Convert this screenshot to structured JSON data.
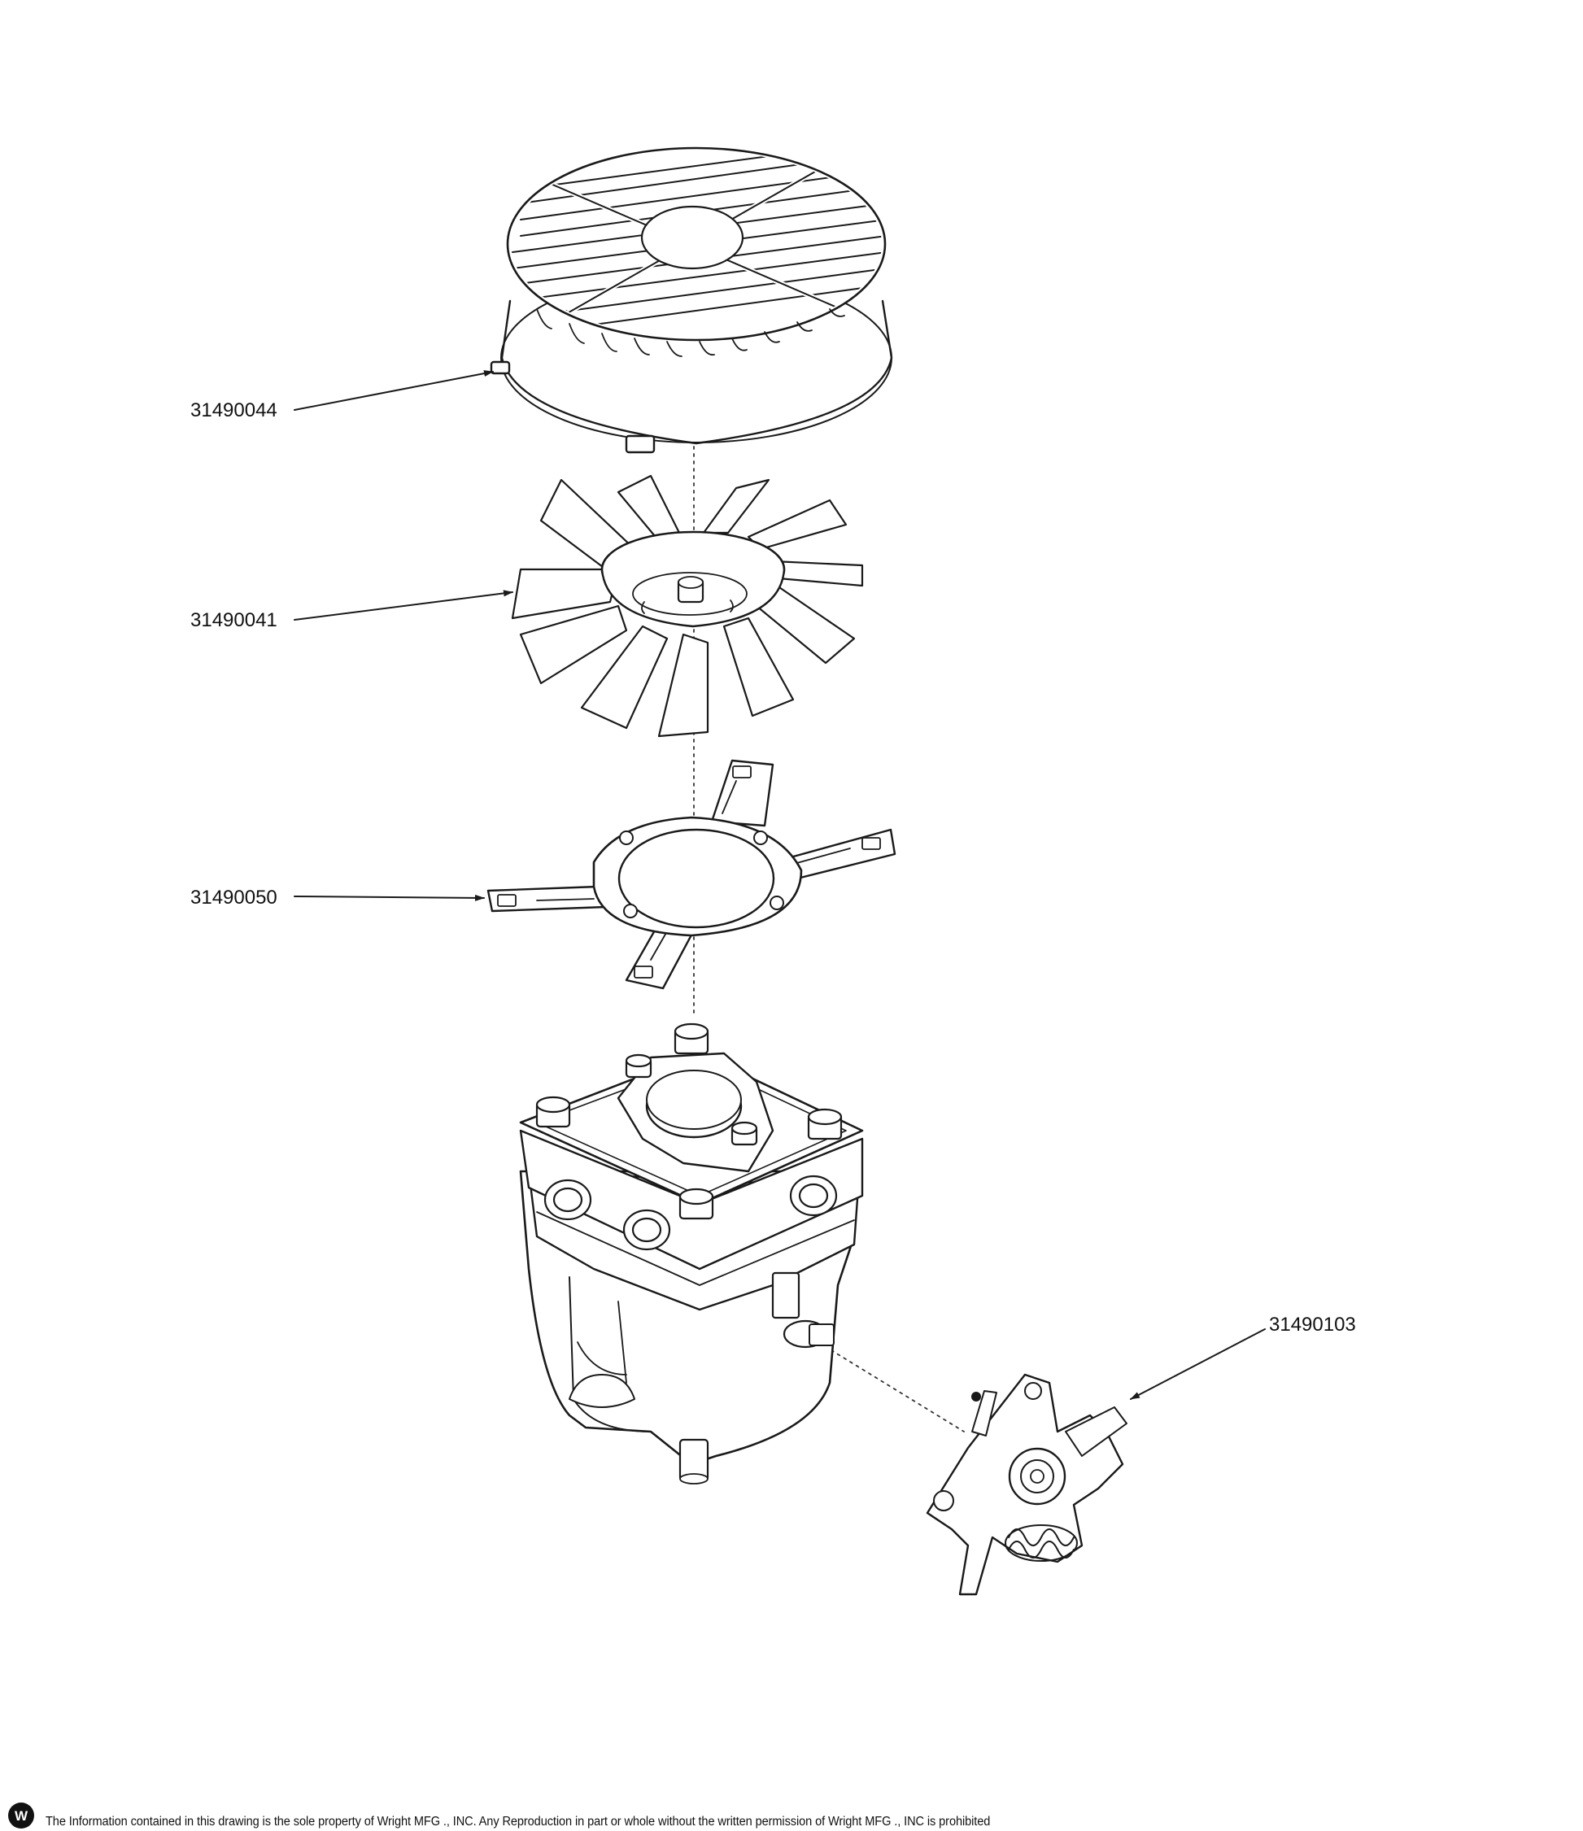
{
  "parts": [
    {
      "id": "shroud",
      "part_number": "31490044",
      "icon": "fan-shroud-icon"
    },
    {
      "id": "fan",
      "part_number": "31490041",
      "icon": "cooling-fan-icon"
    },
    {
      "id": "bracket",
      "part_number": "31490050",
      "icon": "mounting-bracket-icon"
    },
    {
      "id": "pump",
      "part_number": "",
      "icon": "hydro-pump-icon"
    },
    {
      "id": "linkage",
      "part_number": "31490103",
      "icon": "control-linkage-icon"
    }
  ],
  "footer": {
    "logo": "W",
    "notice": "The Information contained in this drawing is the sole property of Wright MFG ., INC. Any Reproduction in part or whole without the written permission of Wright MFG ., INC is prohibited"
  }
}
